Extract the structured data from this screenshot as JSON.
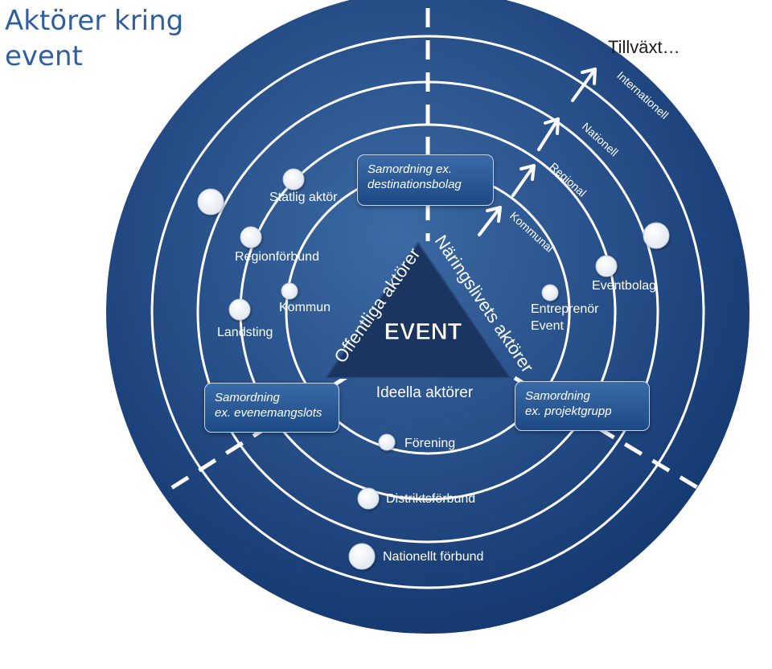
{
  "title_line1": "Aktörer kring",
  "title_line2": "event",
  "growth_label": "Tillväxt…",
  "center_label": "EVENT",
  "sectors": {
    "public": "Offentliga aktörer",
    "business": "Näringslivets aktörer",
    "nonprofit": "Ideella aktörer"
  },
  "rings": {
    "local": "Kommunal",
    "regional": "Regional",
    "national": "Nationell",
    "international": "Internationell"
  },
  "actors": {
    "state": "Statlig aktör",
    "regional_association": "Regionförbund",
    "municipality": "Kommun",
    "county_council": "Landsting",
    "event_company": "Eventbolag",
    "entrepreneur_line1": "Entreprenör",
    "entrepreneur_line2": "Event",
    "association": "Förening",
    "district_association": "Distriktsförbund",
    "national_association": "Nationellt förbund"
  },
  "coordination": {
    "destination_line1": "Samordning ex.",
    "destination_line2": "destinationsbolag",
    "pilot_line1": "Samordning",
    "pilot_line2": "ex. evenemangslots",
    "project_line1": "Samordning",
    "project_line2": "ex. projektgrupp"
  },
  "colors": {
    "disc_light": "#3c6aa5",
    "disc_dark": "#14376f",
    "triangle": "#1a3560",
    "title": "#2f5f9f",
    "ring_line": "#ffffff"
  }
}
